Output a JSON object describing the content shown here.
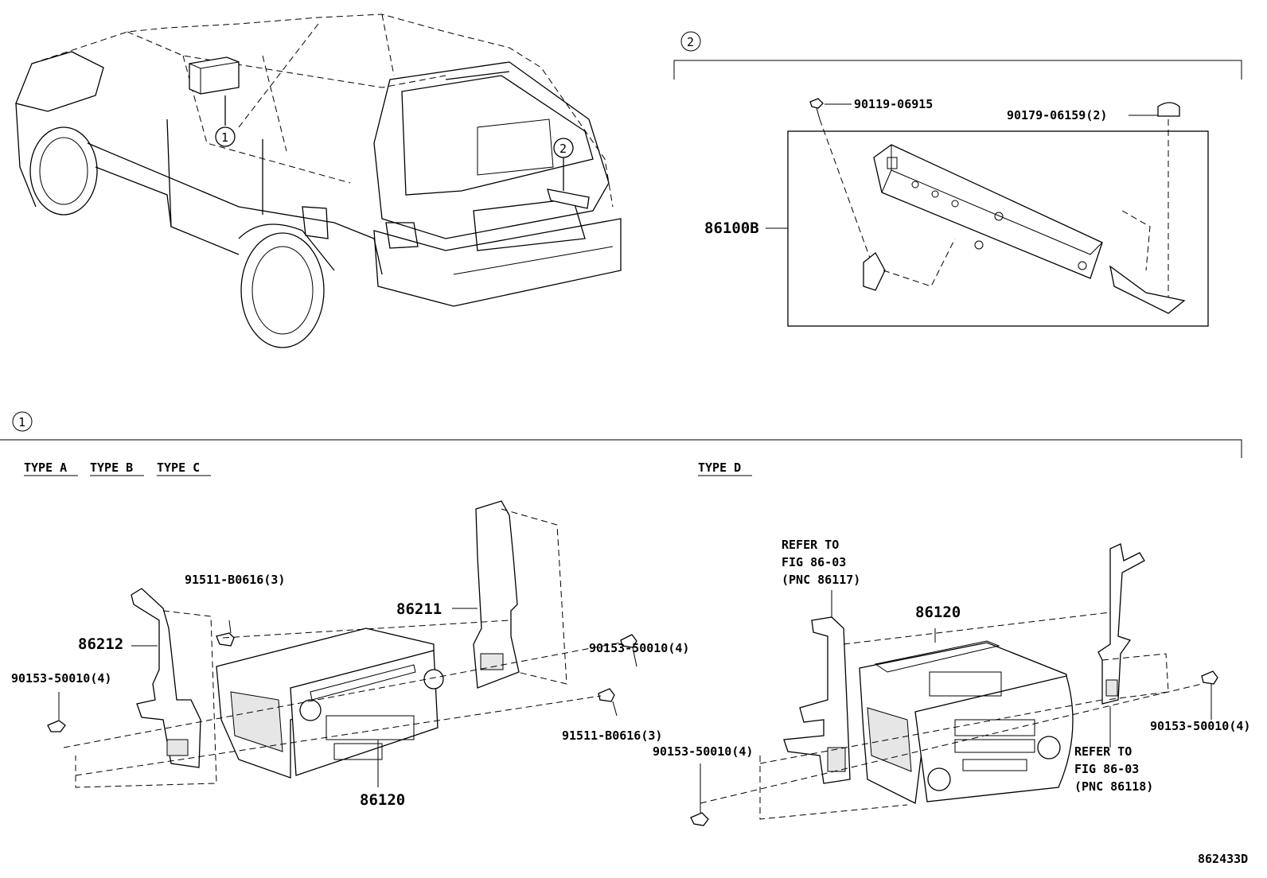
{
  "callouts": {
    "one": "1",
    "two": "2"
  },
  "type_labels": {
    "type_a": "TYPE A",
    "type_b": "TYPE B",
    "type_c": "TYPE C",
    "type_d": "TYPE D"
  },
  "section2": {
    "bolt": "90119-06915",
    "clip": "90179-06159(2)",
    "amplifier": "86100B"
  },
  "section1_left": {
    "bracket_right": "86211",
    "bracket_left": "86212",
    "screw_top": "91511-B0616(3)",
    "screw_bottom": "91511-B0616(3)",
    "bolt_left": "90153-50010(4)",
    "bolt_right": "90153-50010(4)",
    "receiver": "86120"
  },
  "section1_right": {
    "refer_a": [
      "REFER TO",
      "FIG 86-03",
      "(PNC 86117)"
    ],
    "refer_b": [
      "REFER TO",
      "FIG 86-03",
      "(PNC 86118)"
    ],
    "receiver": "86120",
    "bolt_left": "90153-50010(4)",
    "bolt_right": "90153-50010(4)"
  },
  "figure_id": "862433D"
}
